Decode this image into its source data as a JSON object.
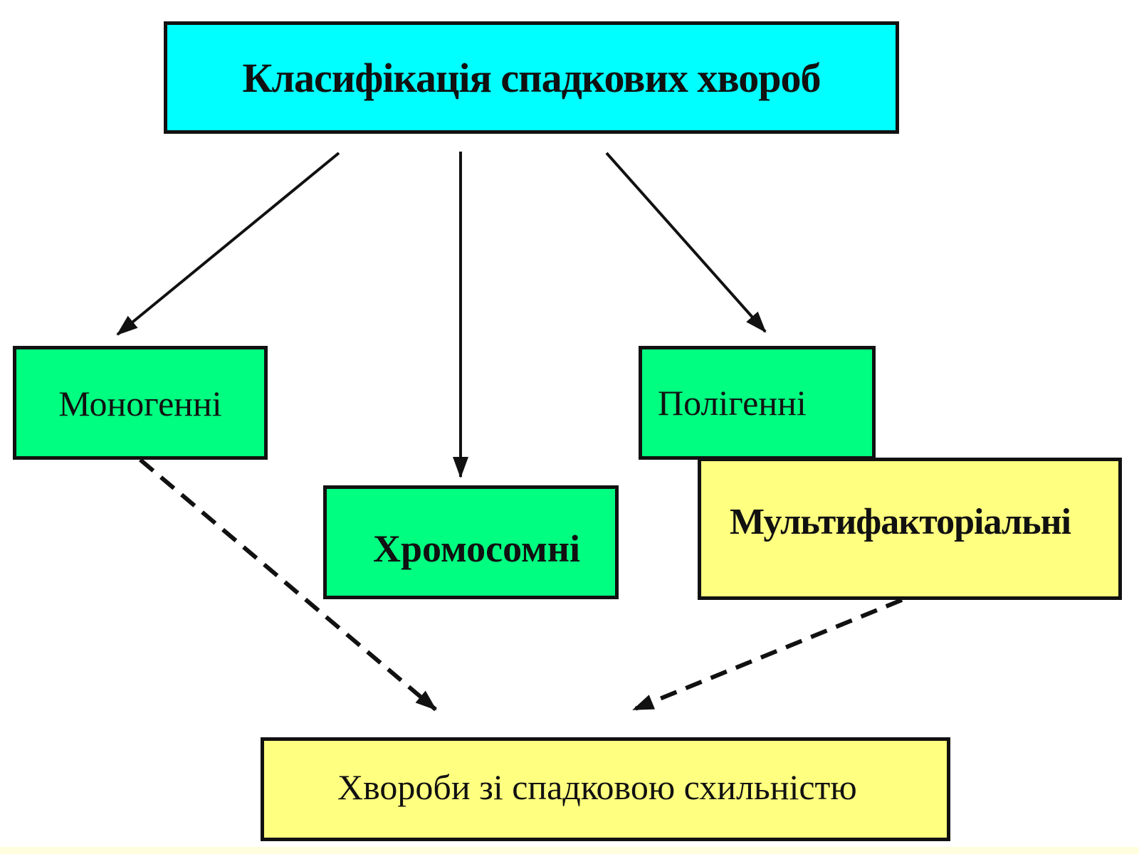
{
  "colors": {
    "root_fill": "#00ffff",
    "group_fill": "#00ff80",
    "highlight_fill": "#ffff80",
    "border": "#111111",
    "arrow": "#111111"
  },
  "diagram": {
    "root": {
      "label": "Класифікація спадкових хвороб"
    },
    "categories": [
      {
        "id": "mono",
        "label": "Моногенні"
      },
      {
        "id": "chromo",
        "label": "Хромосомні"
      },
      {
        "id": "poly",
        "label": "Полігенні"
      },
      {
        "id": "multi",
        "label": "Мультифакторіальні"
      }
    ],
    "outcome": {
      "label": "Хвороби зі спадковою схильністю"
    },
    "edges": [
      {
        "from": "root",
        "to": "mono",
        "style": "solid"
      },
      {
        "from": "root",
        "to": "chromo",
        "style": "solid"
      },
      {
        "from": "root",
        "to": "poly",
        "style": "solid"
      },
      {
        "from": "mono",
        "to": "outcome",
        "style": "dashed"
      },
      {
        "from": "multi",
        "to": "outcome",
        "style": "dashed"
      }
    ]
  }
}
